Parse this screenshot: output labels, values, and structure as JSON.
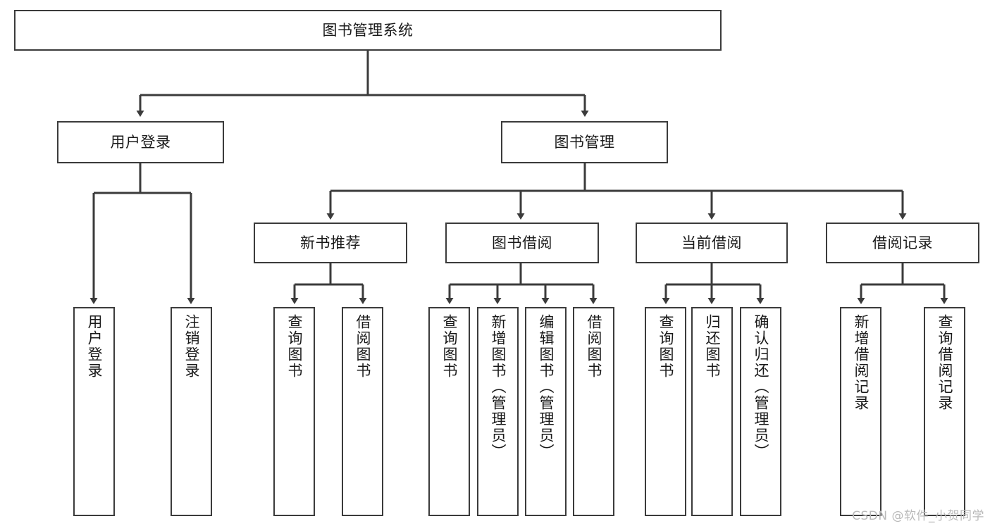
{
  "diagram": {
    "title": "图书管理系统",
    "type": "hierarchy-tree",
    "watermark": "CSDN @软件_小贺同学",
    "colors": {
      "background": "#ffffff",
      "border": "#3b3b3b",
      "text": "#1a1a1a",
      "edge": "#3b3b3b",
      "watermark": "#b9b9b9"
    },
    "levels": {
      "root": {
        "label": "图书管理系统"
      },
      "level2": [
        {
          "id": "user-login",
          "label": "用户登录"
        },
        {
          "id": "book-management",
          "label": "图书管理"
        }
      ],
      "level3": [
        {
          "id": "new-book-recommend",
          "label": "新书推荐"
        },
        {
          "id": "book-borrow",
          "label": "图书借阅"
        },
        {
          "id": "current-borrow",
          "label": "当前借阅"
        },
        {
          "id": "borrow-record",
          "label": "借阅记录"
        }
      ],
      "leaves": [
        {
          "id": "leaf-user-login",
          "label": "用户登录",
          "parent": "user-login"
        },
        {
          "id": "leaf-logout",
          "label": "注销登录",
          "parent": "user-login"
        },
        {
          "id": "leaf-query-book-1",
          "label": "查询图书",
          "parent": "new-book-recommend"
        },
        {
          "id": "leaf-borrow-book-1",
          "label": "借阅图书",
          "parent": "new-book-recommend"
        },
        {
          "id": "leaf-query-book-2",
          "label": "查询图书",
          "parent": "book-borrow"
        },
        {
          "id": "leaf-add-book",
          "label": "新增图书（管理员）",
          "parent": "book-borrow"
        },
        {
          "id": "leaf-edit-book",
          "label": "编辑图书（管理员）",
          "parent": "book-borrow"
        },
        {
          "id": "leaf-borrow-book-2",
          "label": "借阅图书",
          "parent": "book-borrow"
        },
        {
          "id": "leaf-query-book-3",
          "label": "查询图书",
          "parent": "current-borrow"
        },
        {
          "id": "leaf-return-book",
          "label": "归还图书",
          "parent": "current-borrow"
        },
        {
          "id": "leaf-confirm-return",
          "label": "确认归还（管理员）",
          "parent": "current-borrow"
        },
        {
          "id": "leaf-add-record",
          "label": "新增借阅记录",
          "parent": "borrow-record"
        },
        {
          "id": "leaf-query-record",
          "label": "查询借阅记录",
          "parent": "borrow-record"
        }
      ]
    }
  }
}
